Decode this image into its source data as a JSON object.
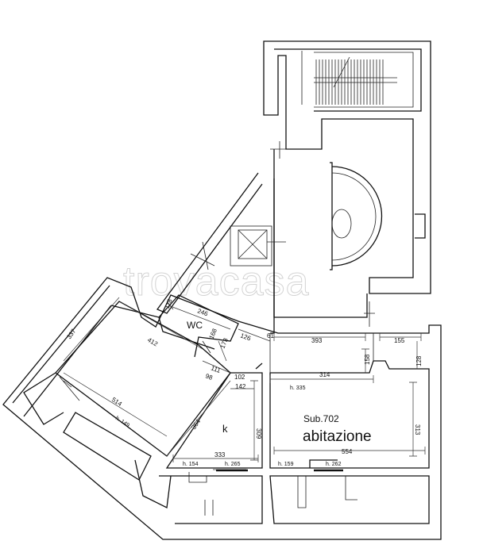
{
  "watermark": "trovacasa",
  "rooms": {
    "wc": "WC",
    "kitchen": "k",
    "unit_code": "Sub.702",
    "unit_name": "abitazione"
  },
  "dimensions": [
    "118",
    "246",
    "337",
    "412",
    "168",
    "173",
    "126",
    "61",
    "393",
    "155",
    "128",
    "158",
    "314",
    "111",
    "98",
    "102",
    "142",
    "514",
    "364",
    "309",
    "313",
    "333",
    "554"
  ],
  "heights": [
    "h. 149",
    "h. 335",
    "h. 154",
    "h. 265",
    "h. 159",
    "h. 262"
  ]
}
